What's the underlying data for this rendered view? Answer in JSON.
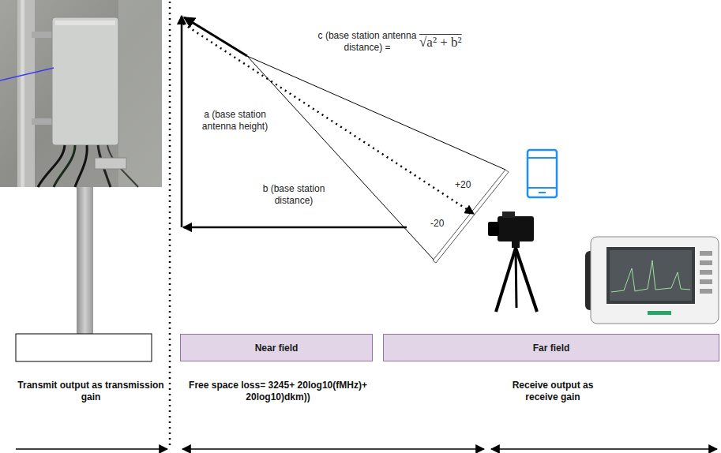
{
  "diagram": {
    "nodes": [
      {
        "text": [
          "Near field"
        ]
      },
      {
        "text": [
          "Far field"
        ]
      }
    ],
    "labels": [
      "c (base station antenna distance) =",
      "√a² + b²",
      "a (base station antenna height)",
      "b (base station distance)",
      "+20",
      "-20",
      "Transmit output as transmission gain",
      "Free space loss= 3245+ 20log10(fMHz)+ 20log10)dkm))",
      "Receive output as receive gain"
    ]
  }
}
